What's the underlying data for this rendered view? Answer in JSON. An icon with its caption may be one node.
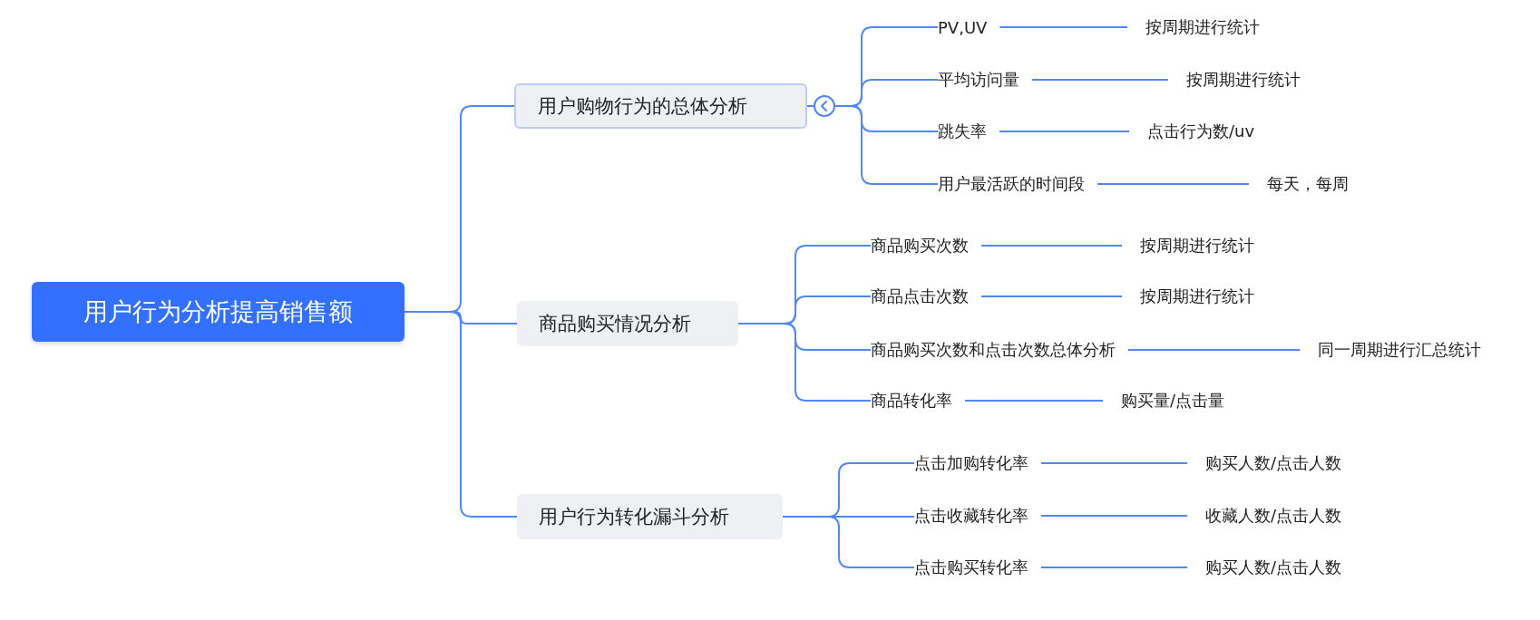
{
  "diagram": {
    "nodes": [
      {
        "text": [
          "用户行为分析提高销售额"
        ]
      },
      {
        "text": [
          "用户购物行为的总体分析"
        ]
      },
      {
        "text": [
          "PV,UV"
        ]
      },
      {
        "text": [
          "按周期进行统计"
        ]
      },
      {
        "text": [
          "平均访问量"
        ]
      },
      {
        "text": [
          "按周期进行统计"
        ]
      },
      {
        "text": [
          "跳失率"
        ]
      },
      {
        "text": [
          "点击行为数/uv"
        ]
      },
      {
        "text": [
          "用户最活跃的时间段"
        ]
      },
      {
        "text": [
          "每天，每周"
        ]
      },
      {
        "text": [
          "商品购买情况分析"
        ]
      },
      {
        "text": [
          "商品购买次数"
        ]
      },
      {
        "text": [
          "按周期进行统计"
        ]
      },
      {
        "text": [
          "商品点击次数"
        ]
      },
      {
        "text": [
          "按周期进行统计"
        ]
      },
      {
        "text": [
          "商品购买次数和点击次数总体分析"
        ]
      },
      {
        "text": [
          "同一周期进行汇总统计"
        ]
      },
      {
        "text": [
          "商品转化率"
        ]
      },
      {
        "text": [
          "购买量/点击量"
        ]
      },
      {
        "text": [
          "用户行为转化漏斗分析"
        ]
      },
      {
        "text": [
          "点击加购转化率"
        ]
      },
      {
        "text": [
          "购买人数/点击人数"
        ]
      },
      {
        "text": [
          "点击收藏转化率"
        ]
      },
      {
        "text": [
          "收藏人数/点击人数"
        ]
      },
      {
        "text": [
          "点击购买转化率"
        ]
      },
      {
        "text": [
          "购买人数/点击人数"
        ]
      }
    ],
    "edges": [
      {
        "from": 0,
        "to": 1,
        "arrow": "none"
      },
      {
        "from": 0,
        "to": 10,
        "arrow": "none"
      },
      {
        "from": 0,
        "to": 19,
        "arrow": "none"
      },
      {
        "from": 1,
        "to": 2,
        "arrow": "none"
      },
      {
        "from": 1,
        "to": 4,
        "arrow": "none"
      },
      {
        "from": 1,
        "to": 6,
        "arrow": "none"
      },
      {
        "from": 1,
        "to": 8,
        "arrow": "none"
      },
      {
        "from": 2,
        "to": 3,
        "arrow": "none"
      },
      {
        "from": 4,
        "to": 5,
        "arrow": "none"
      },
      {
        "from": 6,
        "to": 7,
        "arrow": "none"
      },
      {
        "from": 8,
        "to": 9,
        "arrow": "none"
      },
      {
        "from": 10,
        "to": 11,
        "arrow": "none"
      },
      {
        "from": 10,
        "to": 13,
        "arrow": "none"
      },
      {
        "from": 10,
        "to": 15,
        "arrow": "none"
      },
      {
        "from": 10,
        "to": 17,
        "arrow": "none"
      },
      {
        "from": 11,
        "to": 12,
        "arrow": "none"
      },
      {
        "from": 13,
        "to": 14,
        "arrow": "none"
      },
      {
        "from": 15,
        "to": 16,
        "arrow": "none"
      },
      {
        "from": 17,
        "to": 18,
        "arrow": "none"
      },
      {
        "from": 19,
        "to": 20,
        "arrow": "none"
      },
      {
        "from": 19,
        "to": 22,
        "arrow": "none"
      },
      {
        "from": 19,
        "to": 24,
        "arrow": "none"
      },
      {
        "from": 20,
        "to": 21,
        "arrow": "none"
      },
      {
        "from": 22,
        "to": 23,
        "arrow": "none"
      },
      {
        "from": 24,
        "to": 25,
        "arrow": "none"
      }
    ]
  }
}
